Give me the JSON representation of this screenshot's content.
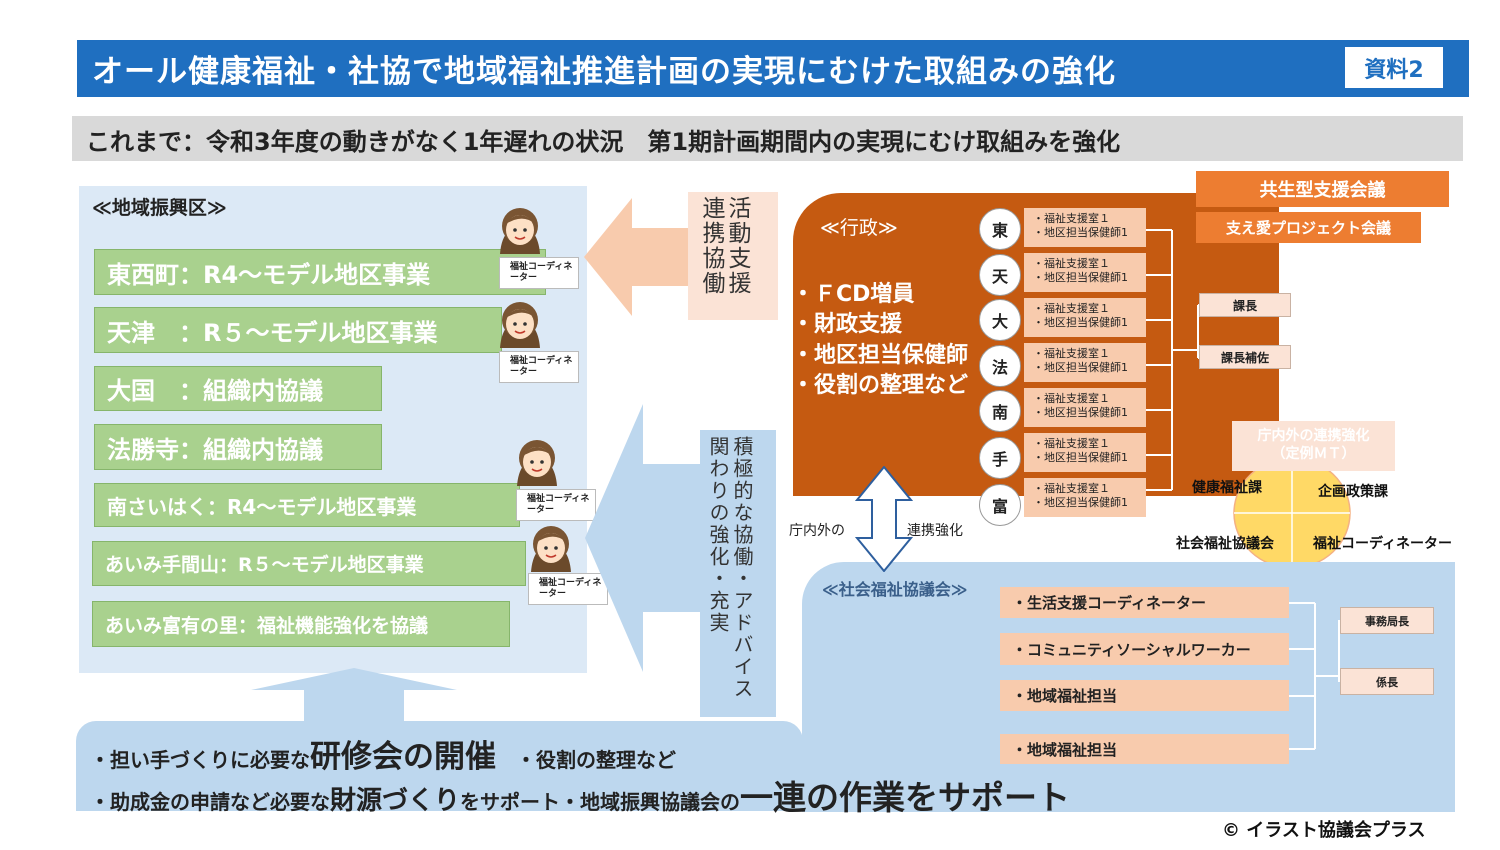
{
  "header": {
    "title": "オール健康福祉・社協で地域福祉推進計画の実現にむけた取組みの強化",
    "badge": "資料2"
  },
  "subtitle": "これまで：令和3年度の動きがなく1年遅れの状況　第1期計画期間内の実現にむけ取組みを強化",
  "region": {
    "title": "≪地域振興区≫",
    "districts": [
      "東西町：R4～モデル地区事業",
      "天津　：R５～モデル地区事業",
      "大国　：組織内協議",
      "法勝寺：組織内協議",
      "南さいはく：R4～モデル地区事業",
      "あいみ手間山：R５～モデル地区事業",
      "あいみ富有の里：福祉機能強化を協議"
    ],
    "coordinator_label": "福祉コーディネーター"
  },
  "arrows": {
    "support_text": "活動支援　連携協働",
    "collab_text": "積極的な協働・アドバイス　関わりの強化・充実"
  },
  "admin": {
    "title": "≪行政≫",
    "items": [
      "・ＦCD増員",
      "・財政支援",
      "・地区担当保健師",
      "・役割の整理など"
    ],
    "areas": [
      "東",
      "天",
      "大",
      "法",
      "南",
      "手",
      "富"
    ],
    "staff_line1": "・福祉支援室１",
    "staff_line2": "・地区担当保健師1",
    "meetings": [
      "共生型支援会議",
      "支え愛プロジェクト会議"
    ],
    "ranks": [
      "課長",
      "課長補佐"
    ],
    "mt_box": "庁内外の連携強化\n（定例ＭＴ）",
    "quadrants": [
      "健康福祉課",
      "企画政策課",
      "社会福祉協議会",
      "福祉コーディネーター"
    ]
  },
  "link": {
    "left": "庁内外の",
    "right": "連携強化"
  },
  "swc": {
    "title": "≪社会福祉協議会≫",
    "items": [
      "・生活支援コーディネーター",
      "・コミュニティソーシャルワーカー",
      "・地域福祉担当",
      "・地域福祉担当"
    ],
    "ranks": [
      "事務局長",
      "係長"
    ]
  },
  "bottom": {
    "line1_a": "・担い手づくりに必要な",
    "line1_b": "研修会の開催",
    "line1_c": "　・役割の整理など",
    "line2_a": "・助成金の申請など必要な",
    "line2_b": "財源づくり",
    "line2_c": "をサポート・地域振興協議会の",
    "line2_d": "一連の作業をサポート"
  },
  "copyright": "© イラスト協議会プラス"
}
